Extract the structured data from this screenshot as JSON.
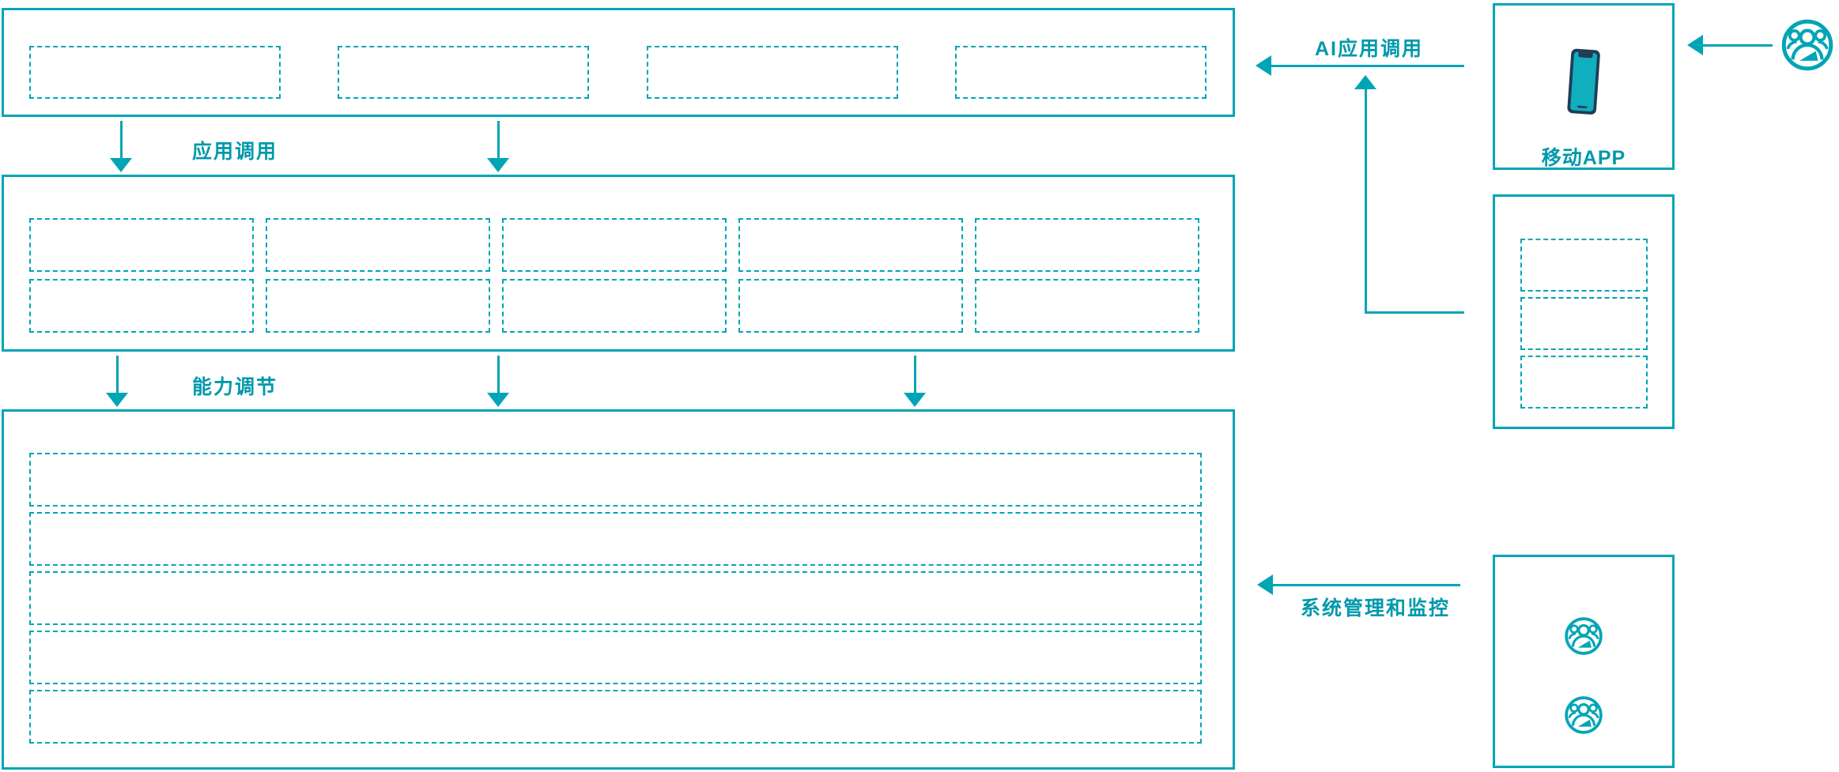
{
  "diagram": {
    "accent_color": "#00a5b5",
    "label_text_color": "#0099ab",
    "phone_frame_color": "#1f3d56",
    "phone_screen_color": "#10aebe",
    "labels": {
      "app_call": "应用调用",
      "capability_adjust": "能力调节",
      "ai_app_call": "AI应用调用",
      "system_monitor": "系统管理和监控",
      "mobile_app": "移动APP"
    },
    "icons": {
      "mobile_app_box": "smartphone-icon",
      "top_right": "user-group-icon",
      "admin_box": "user-group-icon"
    },
    "structure": {
      "top_placeholders": 4,
      "mid_placeholders": 10,
      "bottom_rows": 5,
      "gateway_placeholders": 3,
      "admin_users": 2
    }
  }
}
